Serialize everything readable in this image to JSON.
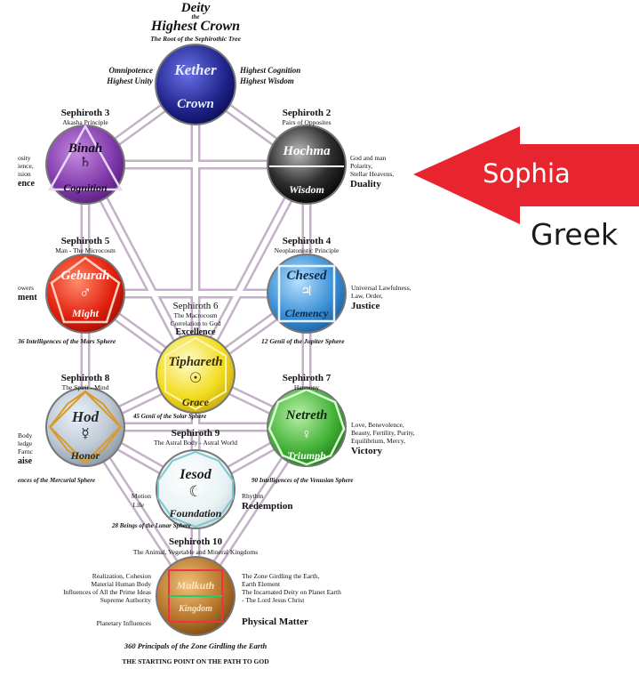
{
  "top": {
    "deity": "Deity",
    "the": "the",
    "highest_crown": "Highest Crown",
    "root": "The Root of the Sephirothic Tree",
    "left_a": "Omnipotence",
    "left_b": "Highest Unity",
    "right_a": "Highest Cognition",
    "right_b": "Highest Wisdom"
  },
  "spheres": {
    "kether": {
      "name": "Kether",
      "sub": "Crown"
    },
    "binah": {
      "name": "Binah",
      "sub": "Cognition",
      "symbol": "♄"
    },
    "hochma": {
      "name": "Hochma",
      "sub": "Wisdom"
    },
    "geburah": {
      "name": "Geburah",
      "sub": "Might",
      "symbol": "♂"
    },
    "chesed": {
      "name": "Chesed",
      "sub": "Clemency",
      "symbol": "♃"
    },
    "tiphareth": {
      "name": "Tiphareth",
      "sub": "Grace",
      "symbol": "☉"
    },
    "hod": {
      "name": "Hod",
      "sub": "Honor",
      "symbol": "☿"
    },
    "netzach": {
      "name": "Netreth",
      "sub": "Triumph",
      "symbol": "♀"
    },
    "iesod": {
      "name": "Iesod",
      "sub": "Foundation",
      "symbol": "☾"
    },
    "malkuth": {
      "name": "Malkuth",
      "sub": "Kingdom"
    }
  },
  "labels": {
    "s3": "Sephiroth 3",
    "s3_sub": "Akasha Principle",
    "s2": "Sephiroth 2",
    "s2_sub": "Pairs of Opposites",
    "s2_side_1": "God and man",
    "s2_side_2": "Polarity,",
    "s2_side_3": "Stellar Heavens,",
    "s2_side_4": "Duality",
    "s3_side_1": "osity",
    "s3_side_2": "ience,",
    "s3_side_3": "ision",
    "s3_side_4": "ence",
    "s5": "Sephiroth 5",
    "s5_sub": "Man - The Microcosm",
    "s5_side_1": "owers",
    "s5_side_2": "ment",
    "s4": "Sephiroth 4",
    "s4_sub": "Neoplatonistic Principle",
    "s4_side_1": "Universal Lawfulness,",
    "s4_side_2": "Law, Order,",
    "s4_side_3": "Justice",
    "s6": "Sephiroth 6",
    "s6_sub1": "The Macrocosm",
    "s6_sub2": "Correlation to God",
    "s6_bold": "Excellence",
    "mars": "36 Intelligences of the Mars Sphere",
    "jupiter": "12 Genii of the Jupiter Sphere",
    "s8": "Sephiroth 8",
    "s8_sub": "The Spirit - Mind",
    "s7": "Sephiroth 7",
    "s7_sub": "Harmony",
    "sun": "45 Genii of the Solar Sphere",
    "s9": "Sephiroth 9",
    "s9_sub": "The Astral Body - Astral World",
    "s8_side_1": "Body",
    "s8_side_2": "ledge",
    "s8_side_3": "Farnc",
    "s8_side_4": "aise",
    "s7_side_1": "Love, Benevolence,",
    "s7_side_2": "Beauty, Fertility, Purity,",
    "s7_side_3": "Equilibrium, Mercy,",
    "s7_side_4": "Victory",
    "mercury": "ences of the Mercurial Sphere",
    "venus": "90 Intelligences of the Venusian Sphere",
    "s9_left_1": "Motion",
    "s9_left_2": "Life",
    "s9_right_1": "Rhythm",
    "s9_right_2": "Redemption",
    "moon": "28 Beings of the Lunar Sphere",
    "s10": "Sephiroth 10",
    "s10_sub": "The Animal, Vegetable and Mineral Kingdoms",
    "s10_left_1": "Realization, Cohesion",
    "s10_left_2": "Material Human Body",
    "s10_left_3": "Influences of All the Prime Ideas",
    "s10_left_4": "Supreme Authority",
    "s10_left_5": "Planetary Influences",
    "s10_right_1": "The Zone Girdling the Earth,",
    "s10_right_2": "Earth Element",
    "s10_right_3": "The Incarnated Deity on Planet Earth",
    "s10_right_4": "- The Lord Jesus Christ",
    "s10_right_5": "Physical Matter",
    "earth": "360 Principals of the Zone Girdling the Earth",
    "start": "THE STARTING POINT ON THE PATH TO GOD"
  },
  "callout": {
    "arrow_text": "Sophia",
    "below_text": "Greek",
    "arrow_color": "#e8252f"
  },
  "colors": {
    "kether": "#2a2f9c",
    "binah": "#8a3fb5",
    "hochma": "#2b2b2b",
    "geburah": "#e02a1a",
    "chesed": "#3d92d6",
    "tiphareth": "#f2dc1f",
    "hod": "#c8a472",
    "netzach": "#45b23a",
    "iesod": "#f4f4f4",
    "malkuth": "#b97a2b",
    "path": "#b49ab8"
  }
}
